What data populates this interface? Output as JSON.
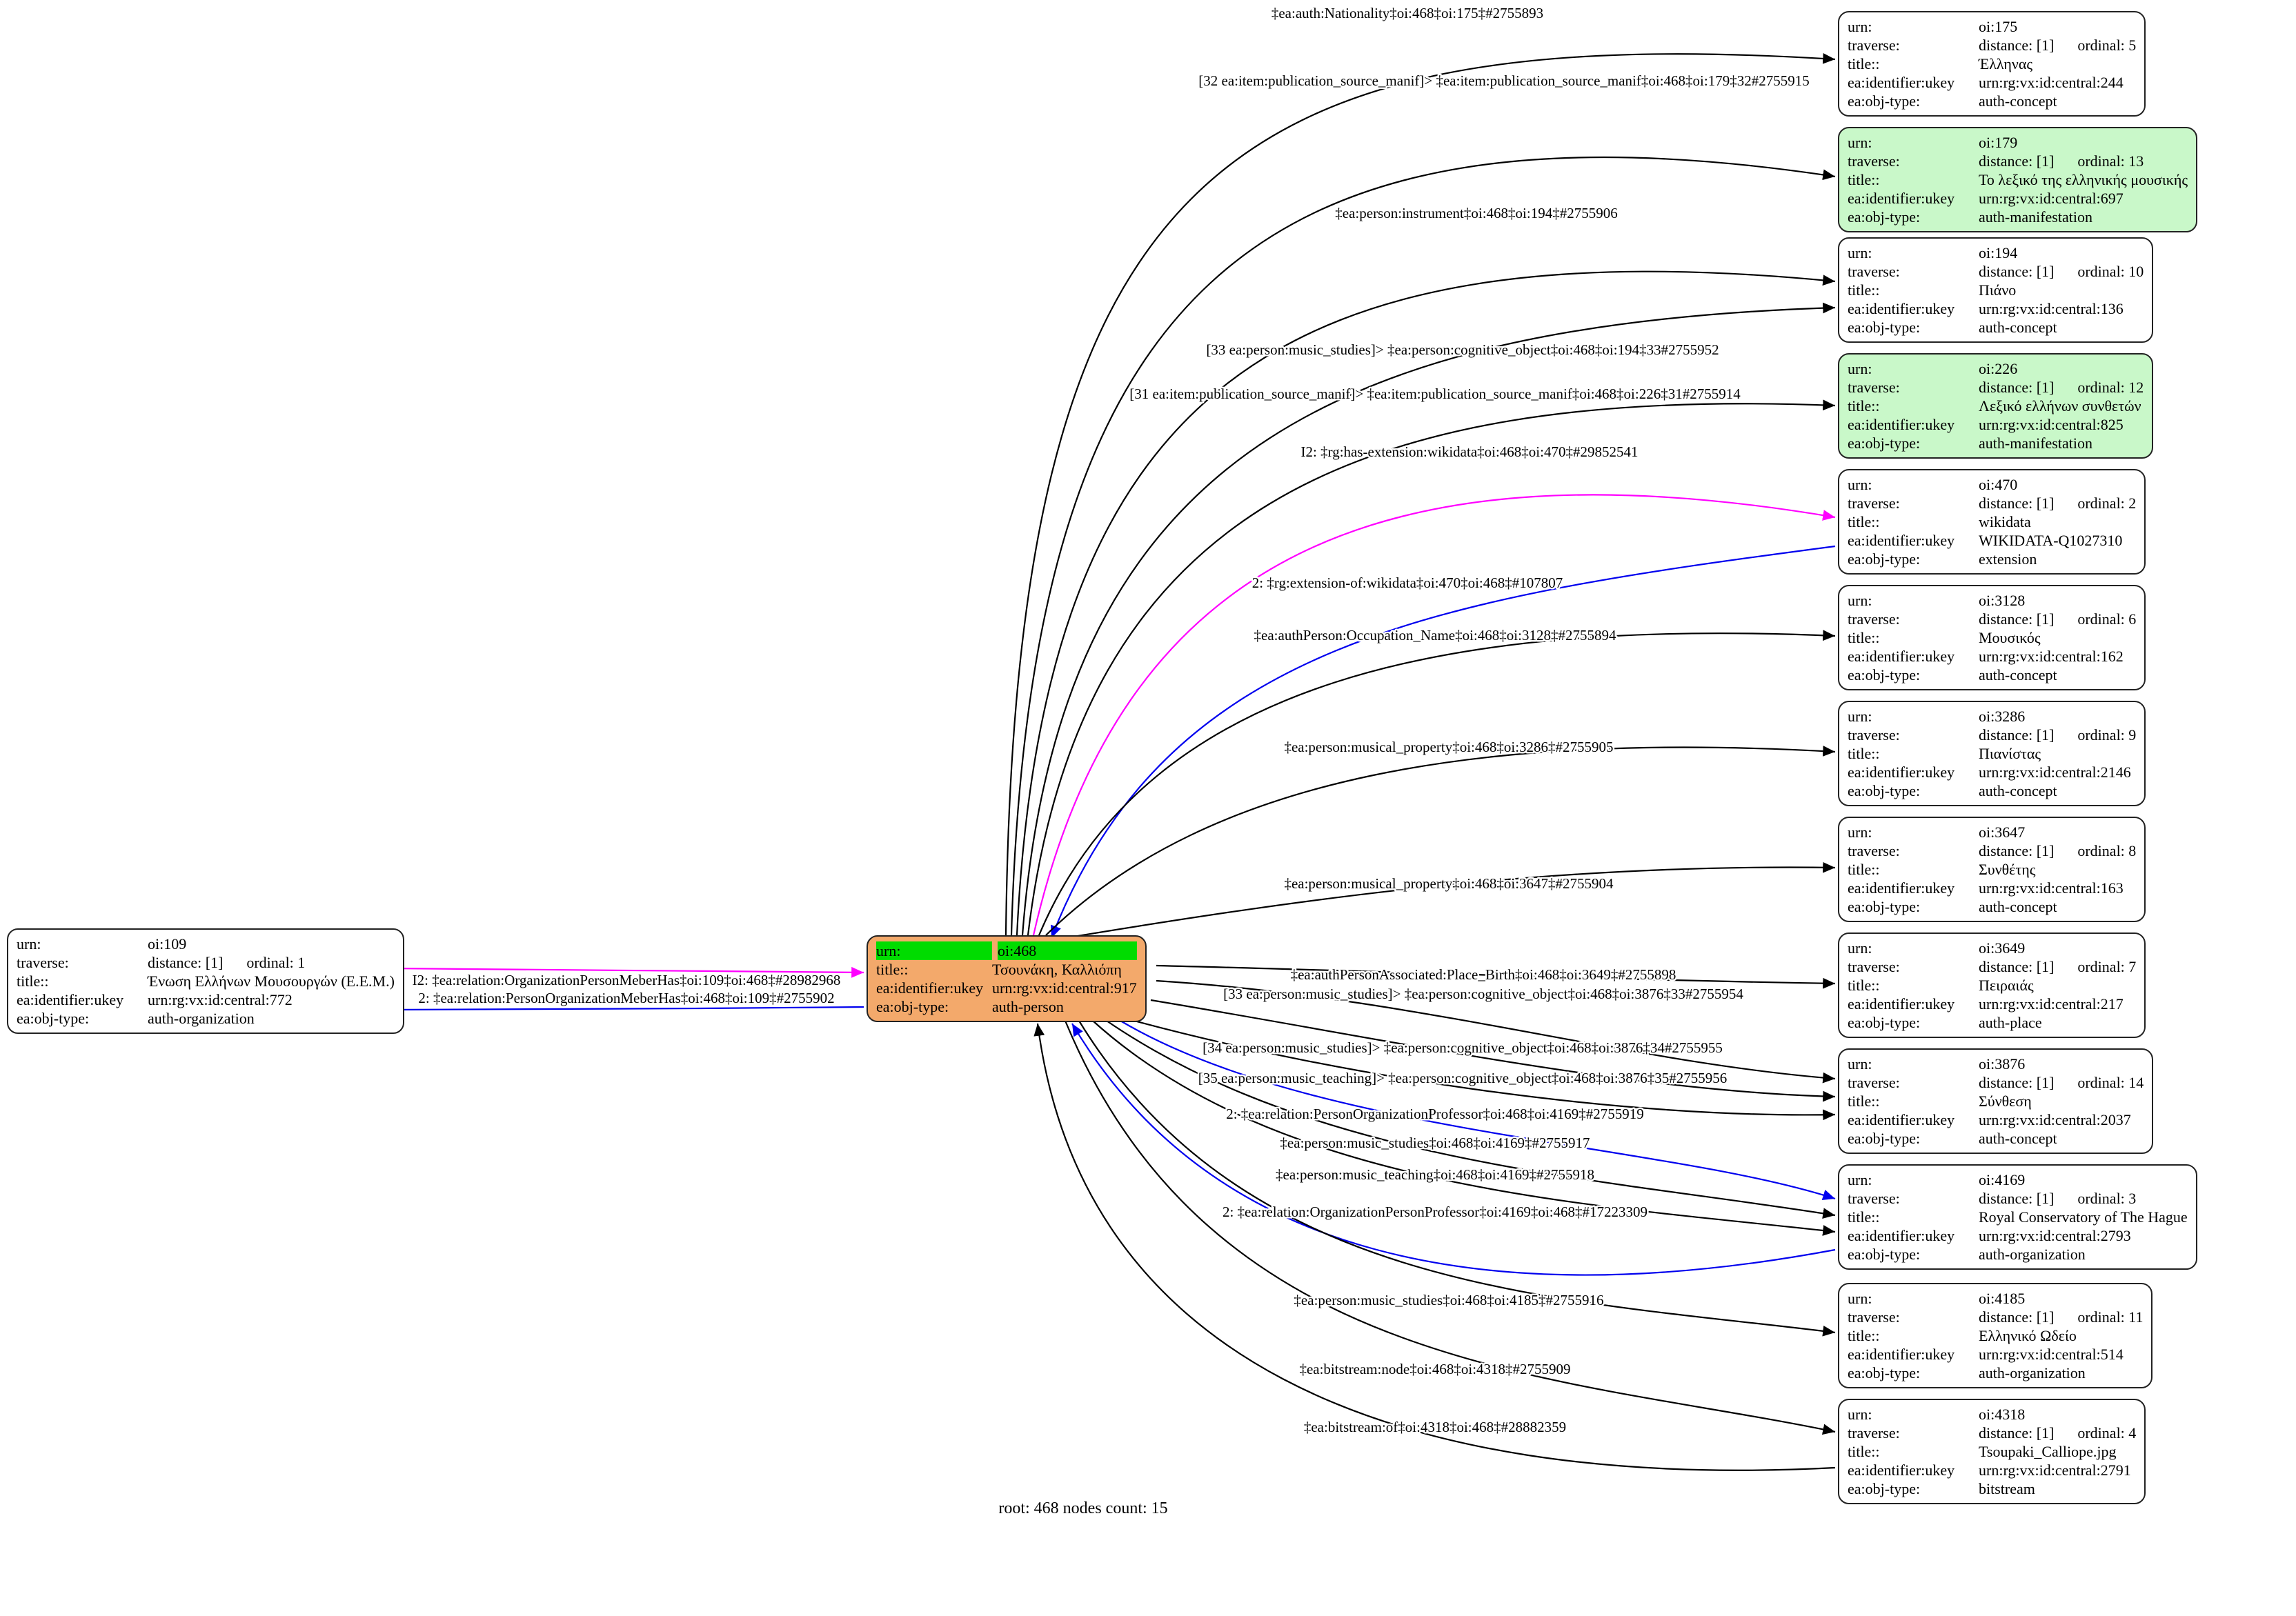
{
  "diagram": {
    "footer": "root: 468 nodes count: 15"
  },
  "colors": {
    "edge_default": "#000000",
    "edge_reverse": "#0000ee",
    "edge_inverse": "#ff00ff",
    "node_default_bg": "#ffffff",
    "node_manifestation_bg": "#c9f8c9",
    "node_center_bg": "#f3a96b",
    "node_center_highlight": "#00dc00"
  },
  "field_labels": {
    "urn": "urn:",
    "traverse": "traverse:",
    "title": "title::",
    "ukey": "ea:identifier:ukey",
    "objtype": "ea:obj-type:"
  },
  "nodes": {
    "n109": {
      "urn": "oi:109",
      "distance": "distance: [1]",
      "ordinal": "ordinal: 1",
      "title": "Ένωση Ελλήνων Μουσουργών (Ε.Ε.Μ.)",
      "ukey": "urn:rg:vx:id:central:772",
      "objtype": "auth-organization"
    },
    "n468": {
      "urn": "oi:468",
      "title": "Τσουνάκη, Καλλιόπη",
      "ukey": "urn:rg:vx:id:central:917",
      "objtype": "auth-person"
    },
    "n175": {
      "urn": "oi:175",
      "distance": "distance: [1]",
      "ordinal": "ordinal: 5",
      "title": "Έλληνας",
      "ukey": "urn:rg:vx:id:central:244",
      "objtype": "auth-concept"
    },
    "n179": {
      "urn": "oi:179",
      "distance": "distance: [1]",
      "ordinal": "ordinal: 13",
      "title": "Το λεξικό της ελληνικής μουσικής",
      "ukey": "urn:rg:vx:id:central:697",
      "objtype": "auth-manifestation"
    },
    "n194": {
      "urn": "oi:194",
      "distance": "distance: [1]",
      "ordinal": "ordinal: 10",
      "title": "Πιάνο",
      "ukey": "urn:rg:vx:id:central:136",
      "objtype": "auth-concept"
    },
    "n226": {
      "urn": "oi:226",
      "distance": "distance: [1]",
      "ordinal": "ordinal: 12",
      "title": "Λεξικό ελλήνων συνθετών",
      "ukey": "urn:rg:vx:id:central:825",
      "objtype": "auth-manifestation"
    },
    "n470": {
      "urn": "oi:470",
      "distance": "distance: [1]",
      "ordinal": "ordinal: 2",
      "title": "wikidata",
      "ukey": "WIKIDATA-Q1027310",
      "objtype": "extension"
    },
    "n3128": {
      "urn": "oi:3128",
      "distance": "distance: [1]",
      "ordinal": "ordinal: 6",
      "title": "Μουσικός",
      "ukey": "urn:rg:vx:id:central:162",
      "objtype": "auth-concept"
    },
    "n3286": {
      "urn": "oi:3286",
      "distance": "distance: [1]",
      "ordinal": "ordinal: 9",
      "title": "Πιανίστας",
      "ukey": "urn:rg:vx:id:central:2146",
      "objtype": "auth-concept"
    },
    "n3647": {
      "urn": "oi:3647",
      "distance": "distance: [1]",
      "ordinal": "ordinal: 8",
      "title": "Συνθέτης",
      "ukey": "urn:rg:vx:id:central:163",
      "objtype": "auth-concept"
    },
    "n3649": {
      "urn": "oi:3649",
      "distance": "distance: [1]",
      "ordinal": "ordinal: 7",
      "title": "Πειραιάς",
      "ukey": "urn:rg:vx:id:central:217",
      "objtype": "auth-place"
    },
    "n3876": {
      "urn": "oi:3876",
      "distance": "distance: [1]",
      "ordinal": "ordinal: 14",
      "title": "Σύνθεση",
      "ukey": "urn:rg:vx:id:central:2037",
      "objtype": "auth-concept"
    },
    "n4169": {
      "urn": "oi:4169",
      "distance": "distance: [1]",
      "ordinal": "ordinal: 3",
      "title": "Royal Conservatory of The Hague",
      "ukey": "urn:rg:vx:id:central:2793",
      "objtype": "auth-organization"
    },
    "n4185": {
      "urn": "oi:4185",
      "distance": "distance: [1]",
      "ordinal": "ordinal: 11",
      "title": "Ελληνικό Ωδείο",
      "ukey": "urn:rg:vx:id:central:514",
      "objtype": "auth-organization"
    },
    "n4318": {
      "urn": "oi:4318",
      "distance": "distance: [1]",
      "ordinal": "ordinal: 4",
      "title": "Tsoupaki_Calliope.jpg",
      "ukey": "urn:rg:vx:id:central:2791",
      "objtype": "bitstream"
    }
  },
  "edges": {
    "e1": "‡ea:auth:Nationality‡oi:468‡oi:175‡#2755893",
    "e2": "[32 ea:item:publication_source_manif]> ‡ea:item:publication_source_manif‡oi:468‡oi:179‡32#2755915",
    "e3": "‡ea:person:instrument‡oi:468‡oi:194‡#2755906",
    "e4": "[33 ea:person:music_studies]> ‡ea:person:cognitive_object‡oi:468‡oi:194‡33#2755952",
    "e5": "[31 ea:item:publication_source_manif]> ‡ea:item:publication_source_manif‡oi:468‡oi:226‡31#2755914",
    "e6": "I2: ‡rg:has-extension:wikidata‡oi:468‡oi:470‡#29852541",
    "e7": "2: ‡rg:extension-of:wikidata‡oi:470‡oi:468‡#107807",
    "e8": "‡ea:authPerson:Occupation_Name‡oi:468‡oi:3128‡#2755894",
    "e9": "‡ea:person:musical_property‡oi:468‡oi:3286‡#2755905",
    "e10": "‡ea:person:musical_property‡oi:468‡oi:3647‡#2755904",
    "e11": "‡ea:authPersonAssociated:Place_Birth‡oi:468‡oi:3649‡#2755898",
    "e12": "[33 ea:person:music_studies]> ‡ea:person:cognitive_object‡oi:468‡oi:3876‡33#2755954",
    "e13": "[34 ea:person:music_studies]> ‡ea:person:cognitive_object‡oi:468‡oi:3876‡34#2755955",
    "e14": "[35 ea:person:music_teaching]> ‡ea:person:cognitive_object‡oi:468‡oi:3876‡35#2755956",
    "e15": "2: ‡ea:relation:PersonOrganizationProfessor‡oi:468‡oi:4169‡#2755919",
    "e16": "‡ea:person:music_studies‡oi:468‡oi:4169‡#2755917",
    "e17": "‡ea:person:music_teaching‡oi:468‡oi:4169‡#2755918",
    "e18": "2: ‡ea:relation:OrganizationPersonProfessor‡oi:4169‡oi:468‡#17223309",
    "e19": "‡ea:person:music_studies‡oi:468‡oi:4185‡#2755916",
    "e20": "‡ea:bitstream:node‡oi:468‡oi:4318‡#2755909",
    "e21": "‡ea:bitstream:of‡oi:4318‡oi:468‡#28882359",
    "el1": "I2: ‡ea:relation:OrganizationPersonMeberHas‡oi:109‡oi:468‡#28982968",
    "el2": "2: ‡ea:relation:PersonOrganizationMeberHas‡oi:468‡oi:109‡#2755902"
  }
}
